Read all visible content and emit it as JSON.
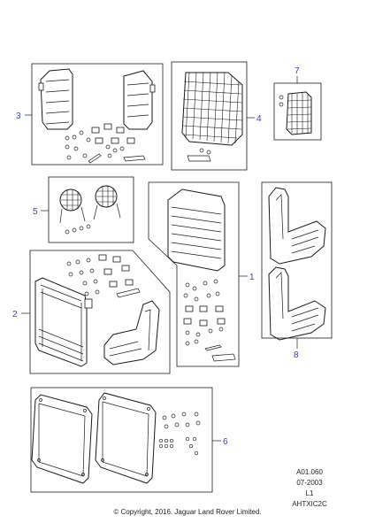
{
  "callouts": [
    {
      "id": "callout-1",
      "label": "1"
    },
    {
      "id": "callout-2",
      "label": "2"
    },
    {
      "id": "callout-3",
      "label": "3"
    },
    {
      "id": "callout-4",
      "label": "4"
    },
    {
      "id": "callout-5",
      "label": "5"
    },
    {
      "id": "callout-6",
      "label": "6"
    },
    {
      "id": "callout-7",
      "label": "7"
    },
    {
      "id": "callout-8",
      "label": "8"
    }
  ],
  "meta": {
    "ref": "A01.060",
    "date": "07-2003",
    "level": "L1",
    "code": "AHTXIC2C"
  },
  "copyright": "© Copyright, 2016. Jaguar Land Rover Limited.",
  "colors": {
    "callout": "#2b3fd6",
    "line": "#1a1a1a"
  }
}
